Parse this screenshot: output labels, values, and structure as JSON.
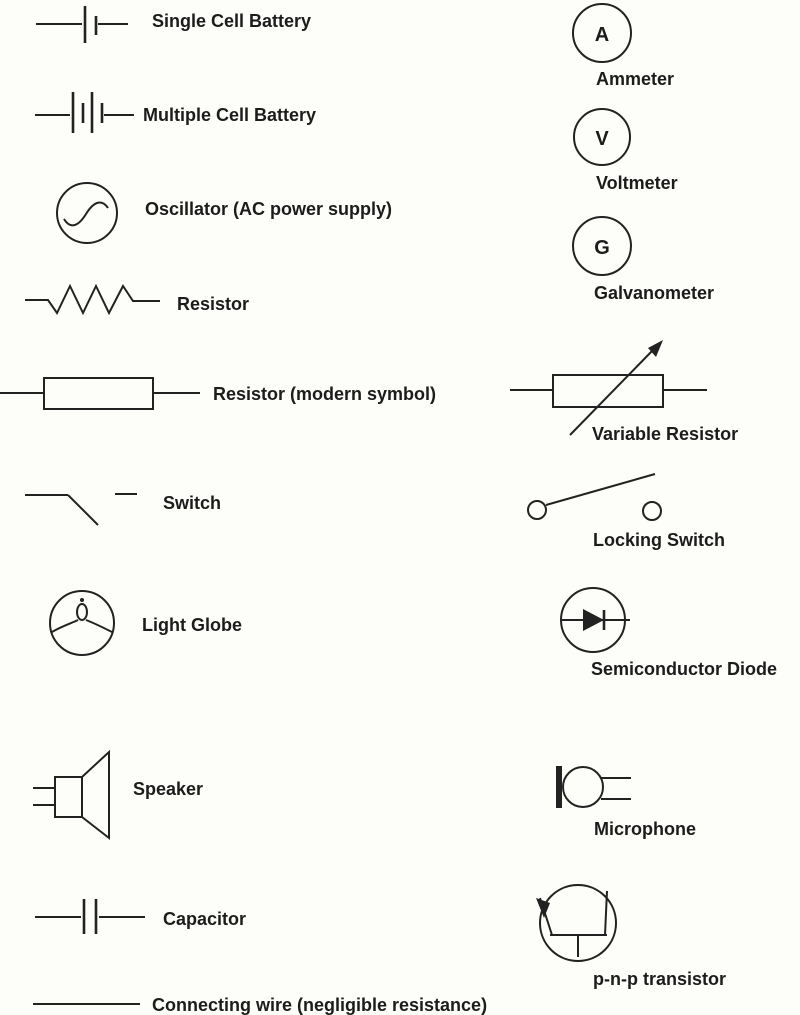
{
  "figure": {
    "description": "Electrical circuit symbols legend chart"
  },
  "colors": {
    "ink": "#222222",
    "background": "#fdfdfa"
  },
  "symbols": {
    "single_cell_battery": {
      "label": "Single Cell Battery"
    },
    "multiple_cell_battery": {
      "label": "Multiple Cell Battery"
    },
    "oscillator": {
      "label": "Oscillator (AC power supply)"
    },
    "resistor": {
      "label": "Resistor"
    },
    "resistor_modern": {
      "label": "Resistor (modern symbol)"
    },
    "switch": {
      "label": "Switch"
    },
    "light_globe": {
      "label": "Light Globe"
    },
    "speaker": {
      "label": "Speaker"
    },
    "capacitor": {
      "label": "Capacitor"
    },
    "connecting_wire": {
      "label": "Connecting wire (negligible resistance)"
    },
    "ammeter": {
      "label": "Ammeter",
      "dial_letter": "A"
    },
    "voltmeter": {
      "label": "Voltmeter",
      "dial_letter": "V"
    },
    "galvanometer": {
      "label": "Galvanometer",
      "dial_letter": "G"
    },
    "variable_resistor": {
      "label": "Variable Resistor"
    },
    "locking_switch": {
      "label": "Locking Switch"
    },
    "semiconductor_diode": {
      "label": "Semiconductor Diode"
    },
    "microphone": {
      "label": "Microphone"
    },
    "pnp_transistor": {
      "label": "p-n-p transistor"
    }
  }
}
